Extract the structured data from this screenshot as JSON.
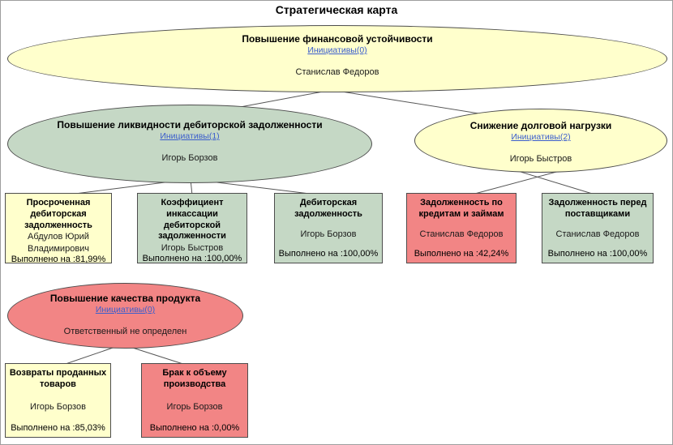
{
  "page": {
    "title": "Стратегическая карта"
  },
  "colors": {
    "yellow": "#FFFFCC",
    "green": "#C5D8C5",
    "red": "#F28585",
    "link": "#3B5ECC",
    "shape_border": "#4D4D4D",
    "line": "#555555"
  },
  "ellipses": {
    "financial": {
      "title": "Повышение финансовой устойчивости",
      "link": "Инициативы(0)",
      "owner": "Станислав Федоров"
    },
    "liquidity": {
      "title": "Повышение ликвидности дебиторской задолженности",
      "link": "Инициативы(1)",
      "owner": "Игорь Борзов"
    },
    "debt": {
      "title": "Снижение долговой нагрузки",
      "link": "Инициативы(2)",
      "owner": "Игорь Быстров"
    },
    "quality": {
      "title": "Повышение качества продукта",
      "link": "Инициативы(0)",
      "owner": "Ответственный не определен"
    }
  },
  "boxes": {
    "overdue": {
      "title": "Просроченная дебиторская задолженность",
      "owner": "Абдулов Юрий Владимирович",
      "progress": "Выполнено на :81,99%"
    },
    "collection": {
      "title": "Коэффициент инкассации дебиторской задолженности",
      "owner": "Игорь Быстров",
      "progress": "Выполнено на :100,00%"
    },
    "receivables": {
      "title": "Дебиторская задолженность",
      "owner": "Игорь Борзов",
      "progress": "Выполнено на :100,00%"
    },
    "loans": {
      "title": "Задолженность по кредитам и займам",
      "owner": "Станислав Федоров",
      "progress": "Выполнено на :42,24%"
    },
    "suppliers": {
      "title": "Задолженность перед поставщиками",
      "owner": "Станислав Федоров",
      "progress": "Выполнено на :100,00%"
    },
    "returns": {
      "title": "Возвраты проданных товаров",
      "owner": "Игорь Борзов",
      "progress": "Выполнено на :85,03%"
    },
    "defects": {
      "title": "Брак к объему производства",
      "owner": "Игорь Борзов",
      "progress": "Выполнено на :0,00%"
    }
  }
}
